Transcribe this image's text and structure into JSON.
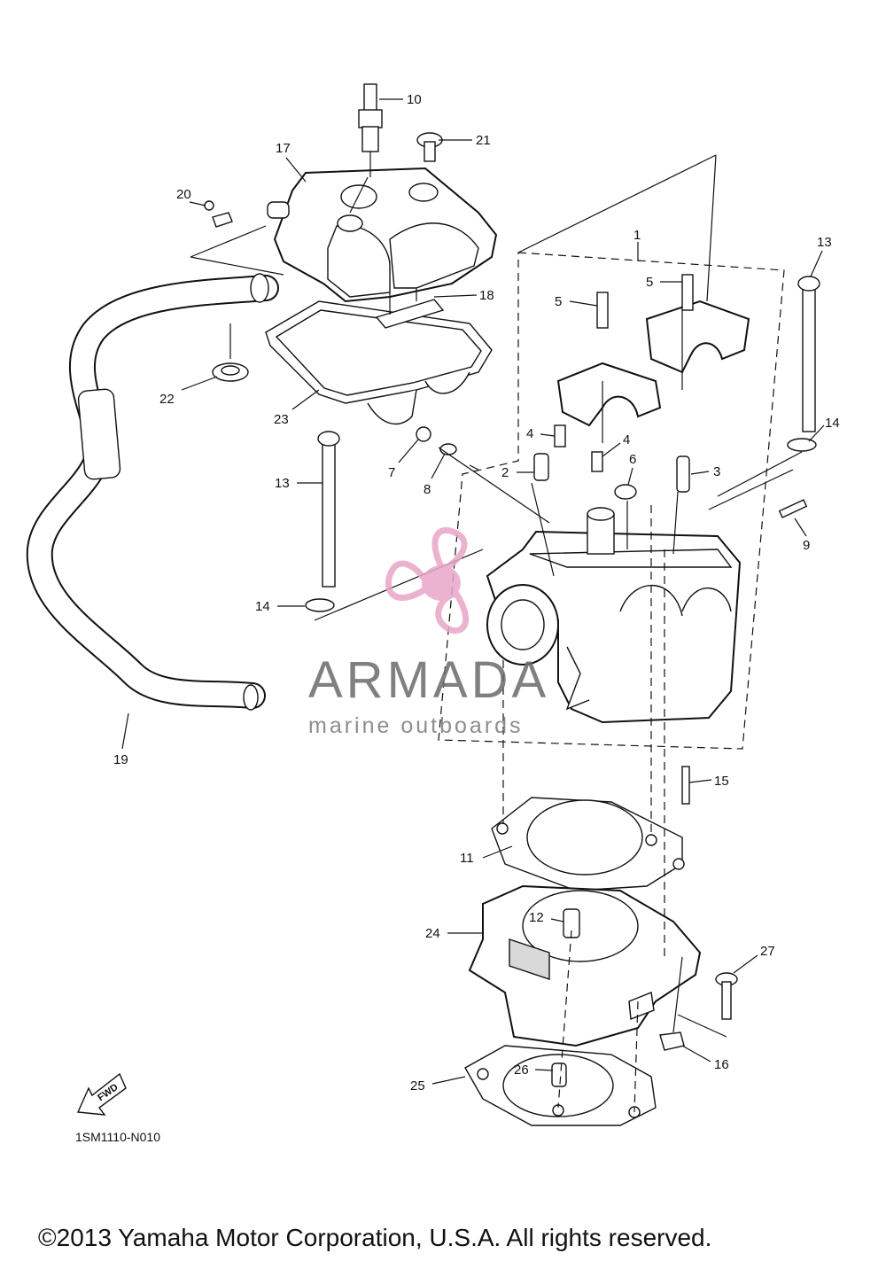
{
  "diagram_code": "1SM1110-N010",
  "copyright": "©2013 Yamaha Motor Corporation, U.S.A. All rights reserved.",
  "watermark": {
    "brand": "ARMADA",
    "tagline": "marine outboards",
    "accent_color": "#e9a6c8"
  },
  "fwd_label": "FWD",
  "callouts": [
    {
      "id": "c1",
      "label": "1"
    },
    {
      "id": "c2",
      "label": "2"
    },
    {
      "id": "c3",
      "label": "3"
    },
    {
      "id": "c4a",
      "label": "4"
    },
    {
      "id": "c4b",
      "label": "4"
    },
    {
      "id": "c5a",
      "label": "5"
    },
    {
      "id": "c5b",
      "label": "5"
    },
    {
      "id": "c6",
      "label": "6"
    },
    {
      "id": "c7",
      "label": "7"
    },
    {
      "id": "c8",
      "label": "8"
    },
    {
      "id": "c9",
      "label": "9"
    },
    {
      "id": "c10",
      "label": "10"
    },
    {
      "id": "c11",
      "label": "11"
    },
    {
      "id": "c12",
      "label": "12"
    },
    {
      "id": "c13a",
      "label": "13"
    },
    {
      "id": "c13b",
      "label": "13"
    },
    {
      "id": "c14a",
      "label": "14"
    },
    {
      "id": "c14b",
      "label": "14"
    },
    {
      "id": "c15",
      "label": "15"
    },
    {
      "id": "c16",
      "label": "16"
    },
    {
      "id": "c17",
      "label": "17"
    },
    {
      "id": "c18",
      "label": "18"
    },
    {
      "id": "c19",
      "label": "19"
    },
    {
      "id": "c20",
      "label": "20"
    },
    {
      "id": "c21",
      "label": "21"
    },
    {
      "id": "c22",
      "label": "22"
    },
    {
      "id": "c23",
      "label": "23"
    },
    {
      "id": "c24",
      "label": "24"
    },
    {
      "id": "c25",
      "label": "25"
    },
    {
      "id": "c26",
      "label": "26"
    },
    {
      "id": "c27",
      "label": "27"
    }
  ]
}
